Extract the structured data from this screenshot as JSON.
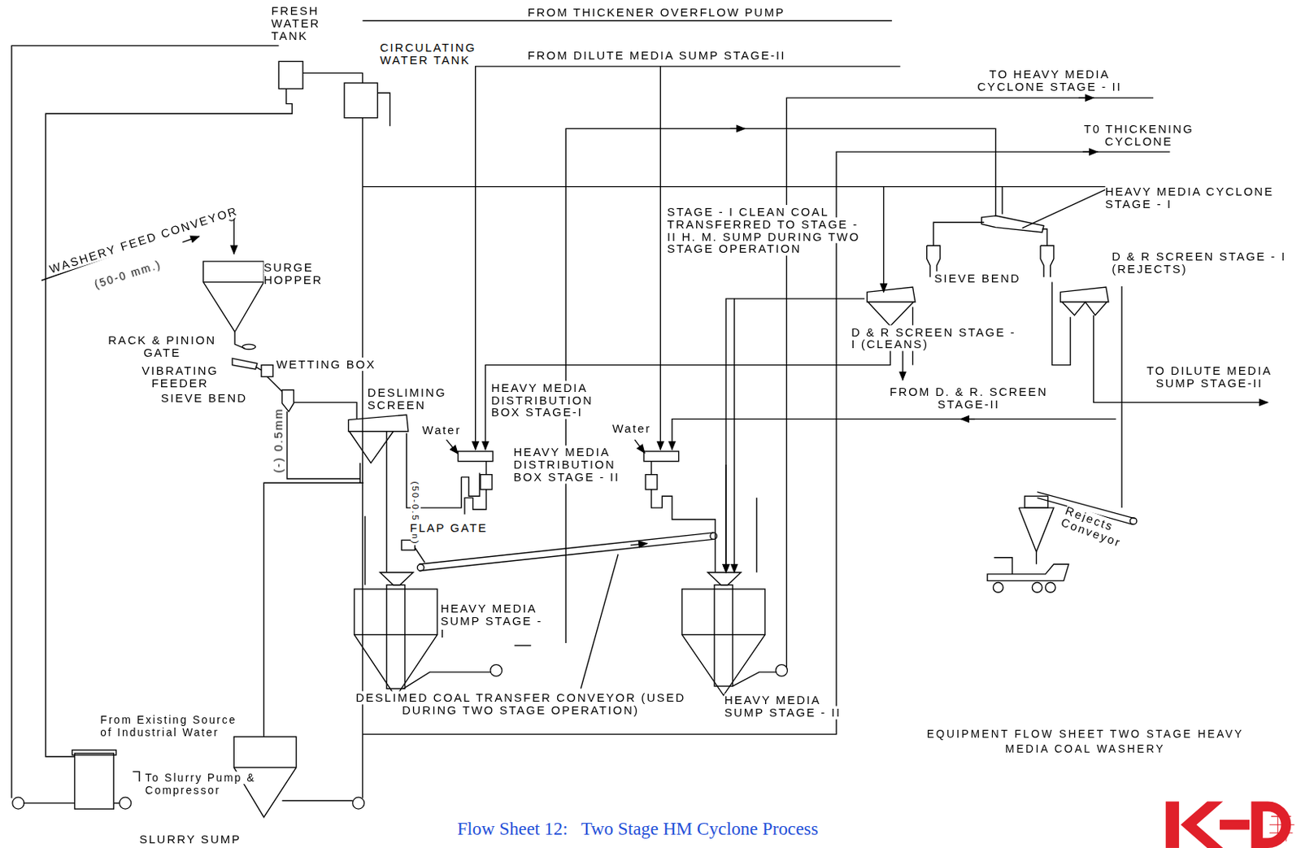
{
  "diagram": {
    "title": "EQUIPMENT FLOW SHEET TWO STAGE HEAVY MEDIA COAL WASHERY",
    "caption": "Flow Sheet 12:   Two Stage HM Cyclone Process",
    "labels": [
      "FRESH WATER TANK",
      "CIRCULATING WATER TANK",
      "FROM THICKENER OVERFLOW PUMP",
      "FROM DILUTE MEDIA SUMP STAGE-II",
      "TO HEAVY MEDIA CYCLONE STAGE - II",
      "T0 THICKENING CYCLONE",
      "WASHERY FEED CONVEYOR",
      "(50-0 mm.)",
      "SURGE HOPPER",
      "RACK & PINION GATE",
      "VIBRATING FEEDER",
      "WETTING BOX",
      "SIEVE BEND",
      "(-) 0.5mm",
      "DESLIMING SCREEN",
      "HEAVY MEDIA DISTRIBUTION BOX STAGE-I",
      "Water",
      "Water",
      "(50-0.5mm)",
      "HEAVY MEDIA DISTRIBUTION BOX STAGE - II",
      "FLAP GATE",
      "HEAVY MEDIA SUMP STAGE - I",
      "DESLIMED COAL TRANSFER CONVEYOR (USED DURING TWO STAGE OPERATION)",
      "HEAVY MEDIA SUMP STAGE - II",
      "STAGE - I CLEAN COAL TRANSFERRED TO STAGE - II H. M. SUMP DURING TWO STAGE OPERATION",
      "HEAVY MEDIA CYCLONE STAGE - I",
      "D & R SCREEN STAGE - I (REJECTS)",
      "SIEVE BEND",
      "D & R SCREEN STAGE - I (CLEANS)",
      "TO DILUTE MEDIA SUMP STAGE-II",
      "FROM D. & R. SCREEN STAGE-II",
      "Rejects Conveyor",
      "From Existing Source of Industrial Water",
      "To Slurry Pump & Compressor",
      "SLURRY SUMP"
    ]
  }
}
